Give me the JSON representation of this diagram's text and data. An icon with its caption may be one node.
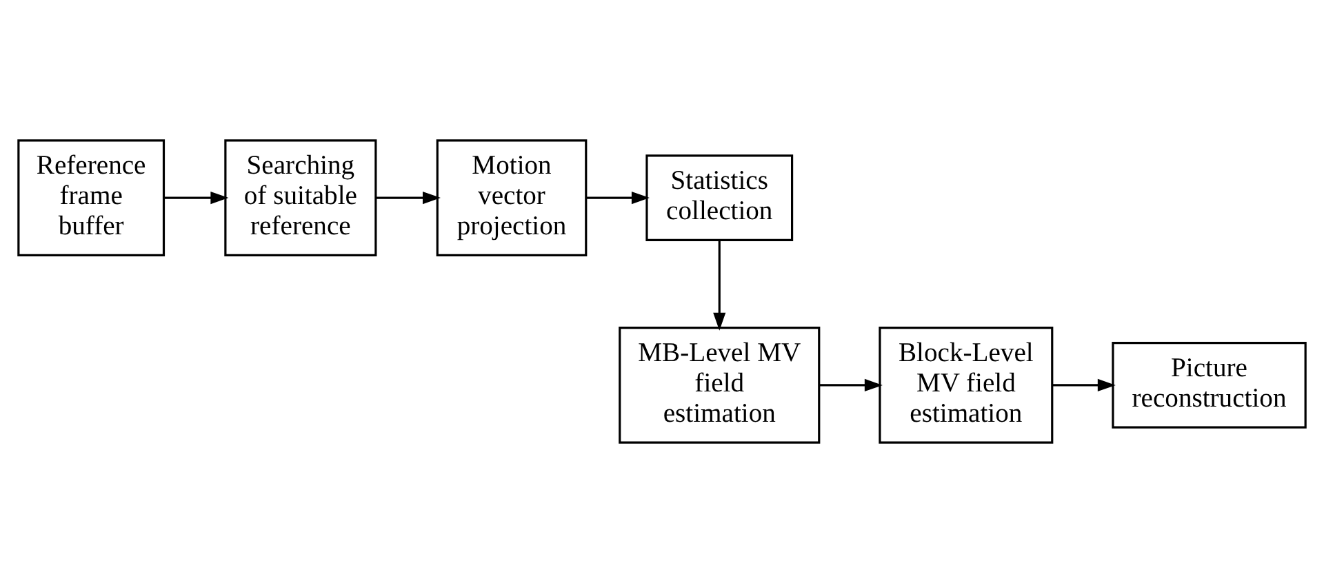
{
  "diagram": {
    "nodes": [
      {
        "text": [
          "Reference frame buffer"
        ]
      },
      {
        "text": [
          "Searching of suitable reference"
        ]
      },
      {
        "text": [
          "Motion vector projection"
        ]
      },
      {
        "text": [
          "Statistics collection"
        ]
      },
      {
        "text": [
          "MB-Level MV field estimation"
        ]
      },
      {
        "text": [
          "Block-Level MV field estimation"
        ]
      },
      {
        "text": [
          "Picture reconstruction"
        ]
      }
    ],
    "edges": [
      {
        "from": 0,
        "to": 1,
        "arrow": "to"
      },
      {
        "from": 1,
        "to": 2,
        "arrow": "to"
      },
      {
        "from": 2,
        "to": 3,
        "arrow": "to"
      },
      {
        "from": 3,
        "to": 4,
        "arrow": "to"
      },
      {
        "from": 4,
        "to": 5,
        "arrow": "to"
      },
      {
        "from": 5,
        "to": 6,
        "arrow": "to"
      }
    ]
  }
}
